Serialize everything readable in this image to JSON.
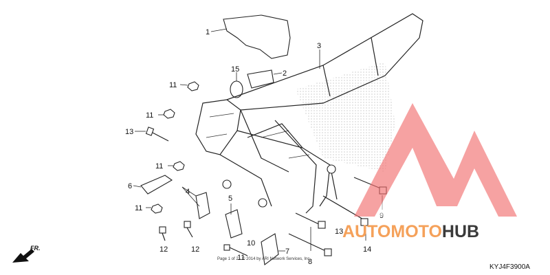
{
  "diagram": {
    "callouts": [
      "1",
      "2",
      "3",
      "15",
      "11",
      "11",
      "13",
      "11",
      "6",
      "4",
      "11",
      "5",
      "12",
      "12",
      "10",
      "7",
      "8",
      "13",
      "14",
      "9",
      "11"
    ],
    "footer_text": "Page 1 of 2  ·  © 2014 by ARI Network Services, Inc.",
    "diagram_code": "KYJ4F3900A",
    "front_label": "FR.",
    "colors": {
      "watermark_red": "#f26d6d",
      "watermark_orange": "#f5a15a",
      "watermark_dark": "#3a3a3a"
    }
  },
  "watermark": {
    "brand_auto": "AUTO",
    "brand_moto": "MOTO",
    "brand_hub": "HUB"
  }
}
